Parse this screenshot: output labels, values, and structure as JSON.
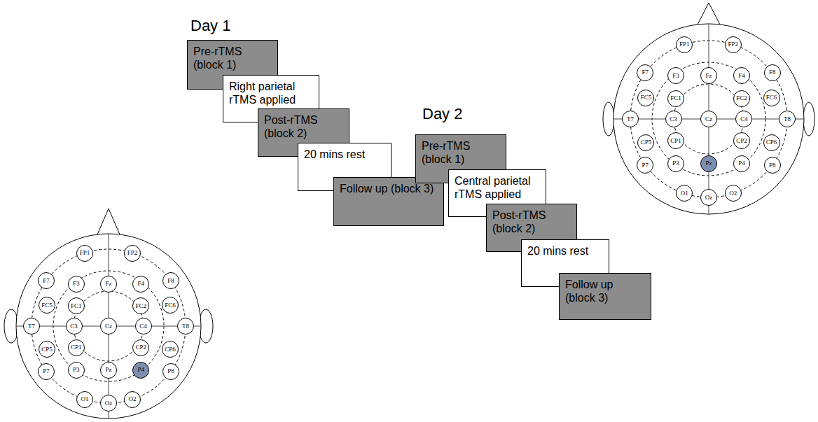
{
  "diagram": {
    "nodes": [
      {
        "text": [
          "Pre-rTMS (block 1)"
        ]
      },
      {
        "text": [
          "Right parietal rTMS applied"
        ]
      },
      {
        "text": [
          "Post-rTMS (block 2)"
        ]
      },
      {
        "text": [
          "20 mins rest"
        ]
      },
      {
        "text": [
          "Follow up (block 3)"
        ]
      },
      {
        "text": [
          "Pre-rTMS (block 1)"
        ]
      },
      {
        "text": [
          "Central parietal rTMS applied"
        ]
      },
      {
        "text": [
          "Post-rTMS (block 2)"
        ]
      },
      {
        "text": [
          "20 mins rest"
        ]
      },
      {
        "text": [
          "Follow up (block 3)"
        ]
      },
      {
        "text": [
          "FP1"
        ]
      },
      {
        "text": [
          "FP2"
        ]
      },
      {
        "text": [
          "F7"
        ]
      },
      {
        "text": [
          "F3"
        ]
      },
      {
        "text": [
          "Fz"
        ]
      },
      {
        "text": [
          "F4"
        ]
      },
      {
        "text": [
          "F8"
        ]
      },
      {
        "text": [
          "FC5"
        ]
      },
      {
        "text": [
          "FC1"
        ]
      },
      {
        "text": [
          "FC2"
        ]
      },
      {
        "text": [
          "FC6"
        ]
      },
      {
        "text": [
          "T7"
        ]
      },
      {
        "text": [
          "C3"
        ]
      },
      {
        "text": [
          "Cz"
        ]
      },
      {
        "text": [
          "C4"
        ]
      },
      {
        "text": [
          "T8"
        ]
      },
      {
        "text": [
          "CP5"
        ]
      },
      {
        "text": [
          "CP1"
        ]
      },
      {
        "text": [
          "CP2"
        ]
      },
      {
        "text": [
          "CP6"
        ]
      },
      {
        "text": [
          "P7"
        ]
      },
      {
        "text": [
          "P3"
        ]
      },
      {
        "text": [
          "Pz"
        ]
      },
      {
        "text": [
          "P4"
        ]
      },
      {
        "text": [
          "P8"
        ]
      },
      {
        "text": [
          "O1"
        ]
      },
      {
        "text": [
          "Oz"
        ]
      },
      {
        "text": [
          "O2"
        ]
      },
      {
        "text": [
          "FP1"
        ]
      },
      {
        "text": [
          "FP2"
        ]
      },
      {
        "text": [
          "F7"
        ]
      },
      {
        "text": [
          "F3"
        ]
      },
      {
        "text": [
          "Fz"
        ]
      },
      {
        "text": [
          "F4"
        ]
      },
      {
        "text": [
          "F8"
        ]
      },
      {
        "text": [
          "FC5"
        ]
      },
      {
        "text": [
          "FC1"
        ]
      },
      {
        "text": [
          "FC2"
        ]
      },
      {
        "text": [
          "FC6"
        ]
      },
      {
        "text": [
          "T7"
        ]
      },
      {
        "text": [
          "C3"
        ]
      },
      {
        "text": [
          "Cz"
        ]
      },
      {
        "text": [
          "C4"
        ]
      },
      {
        "text": [
          "T8"
        ]
      },
      {
        "text": [
          "CP5"
        ]
      },
      {
        "text": [
          "CP1"
        ]
      },
      {
        "text": [
          "CP2"
        ]
      },
      {
        "text": [
          "CP6"
        ]
      },
      {
        "text": [
          "P7"
        ]
      },
      {
        "text": [
          "P3"
        ]
      },
      {
        "text": [
          "Pz"
        ]
      },
      {
        "text": [
          "P4"
        ]
      },
      {
        "text": [
          "P8"
        ]
      },
      {
        "text": [
          "O1"
        ]
      },
      {
        "text": [
          "Oz"
        ]
      },
      {
        "text": [
          "O2"
        ]
      }
    ],
    "labels": [
      "Day 1",
      "Day 2"
    ]
  }
}
